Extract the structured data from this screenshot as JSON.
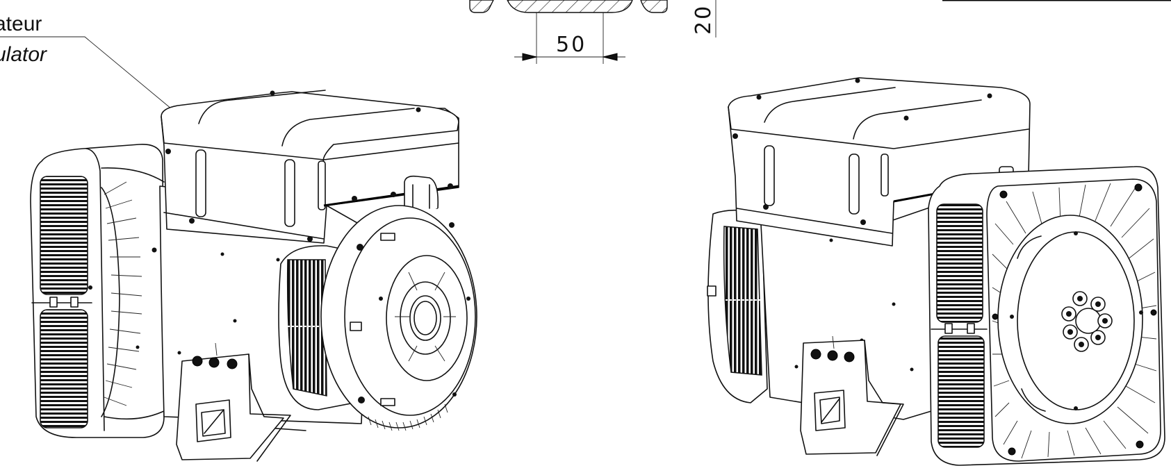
{
  "callout": {
    "label_fr": "ateur",
    "label_en": "ulator"
  },
  "dimensions": {
    "width_value": "50",
    "height_value": "20"
  },
  "views": [
    "generator-front-left-view",
    "generator-rear-right-view"
  ]
}
